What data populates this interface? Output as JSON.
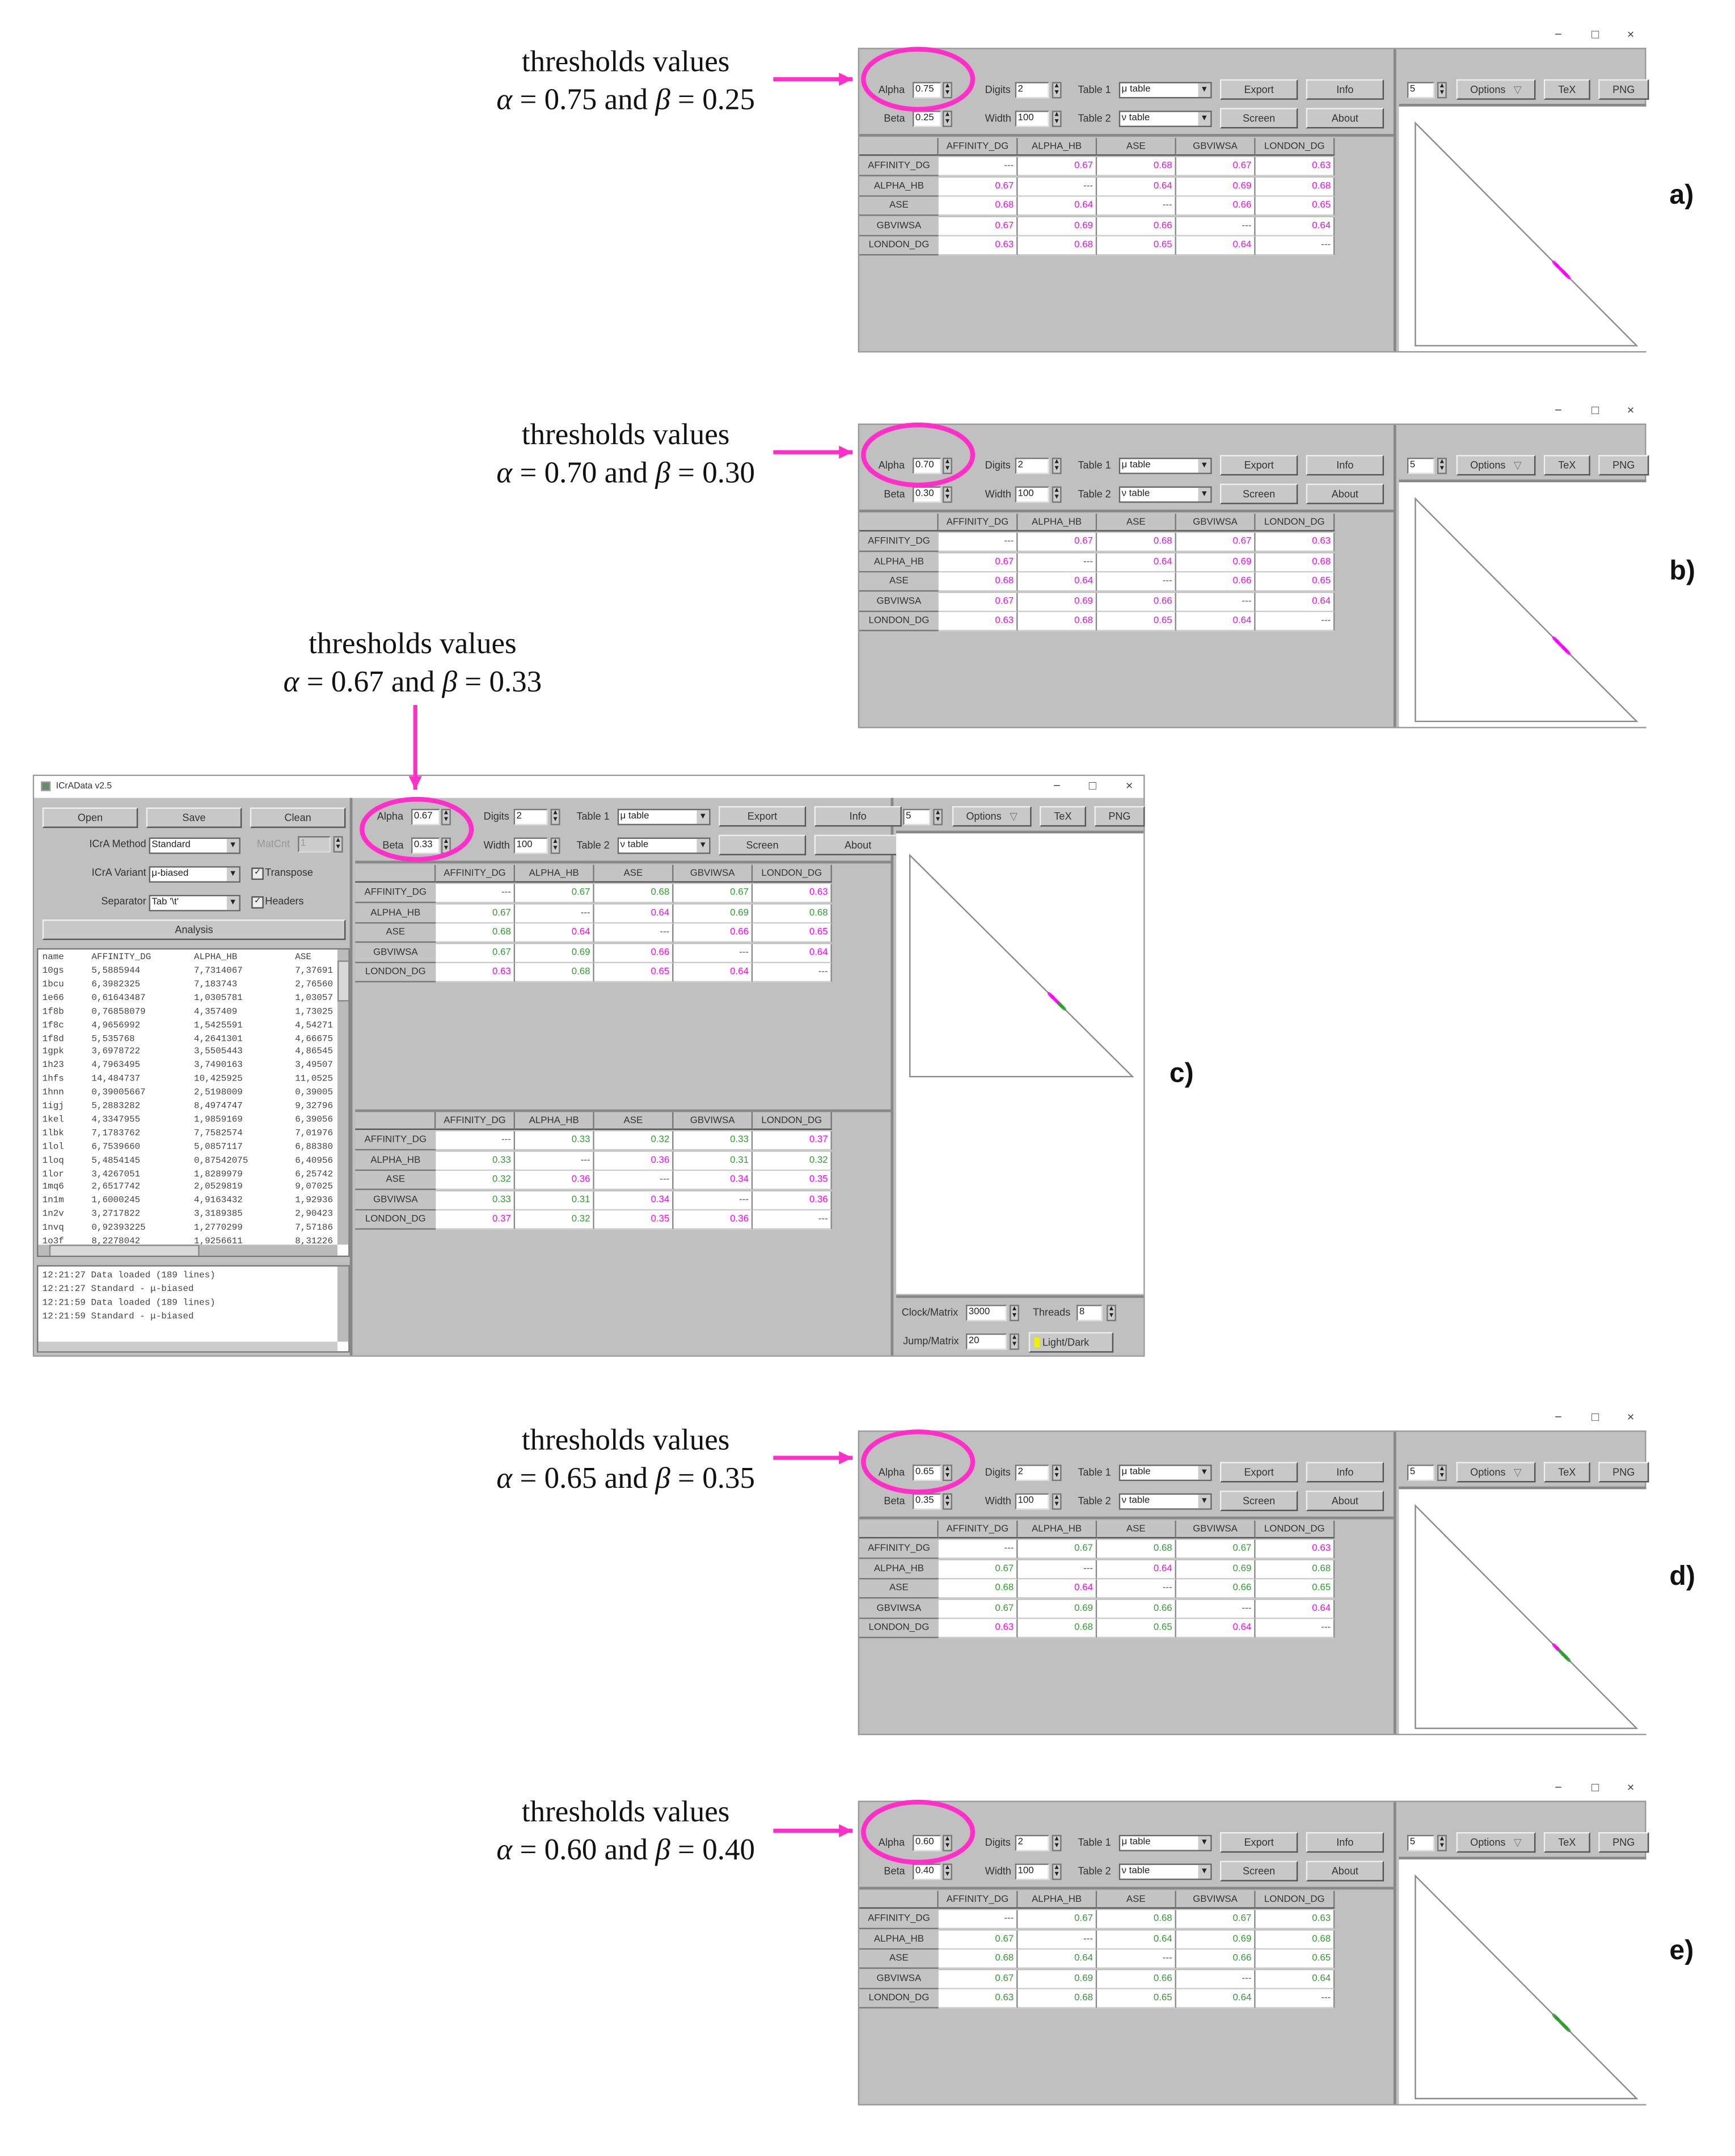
{
  "colors": {
    "magenta": "#ff00ff",
    "green": "#2e9e2e",
    "highlight": "#ff2fc8"
  },
  "annotations": [
    {
      "panel": "a",
      "label": "a)",
      "line1": "thresholds values",
      "alpha_symbol": "α",
      "alpha_value": "0.75",
      "conj": "and",
      "beta_symbol": "β",
      "beta_value": "0.25",
      "eq": "="
    },
    {
      "panel": "b",
      "label": "b)",
      "line1": "thresholds values",
      "alpha_symbol": "α",
      "alpha_value": "0.70",
      "conj": "and",
      "beta_symbol": "β",
      "beta_value": "0.30",
      "eq": "="
    },
    {
      "panel": "c",
      "label": "c)",
      "line1": "thresholds values",
      "alpha_symbol": "α",
      "alpha_value": "0.67",
      "conj": "and",
      "beta_symbol": "β",
      "beta_value": "0.33",
      "eq": "="
    },
    {
      "panel": "d",
      "label": "d)",
      "line1": "thresholds values",
      "alpha_symbol": "α",
      "alpha_value": "0.65",
      "conj": "and",
      "beta_symbol": "β",
      "beta_value": "0.35",
      "eq": "="
    },
    {
      "panel": "e",
      "label": "e)",
      "line1": "thresholds values",
      "alpha_symbol": "α",
      "alpha_value": "0.60",
      "conj": "and",
      "beta_symbol": "β",
      "beta_value": "0.40",
      "eq": "="
    }
  ],
  "window": {
    "title": "ICrAData v2.5",
    "controls": {
      "minimize": "−",
      "maximize": "□",
      "close": "×"
    }
  },
  "toolbar": {
    "alpha_label": "Alpha",
    "beta_label": "Beta",
    "digits_label": "Digits",
    "digits_value": "2",
    "width_label": "Width",
    "width_value": "100",
    "table1_label": "Table 1",
    "table1_value": "μ table",
    "table2_label": "Table 2",
    "table2_value": "ν table",
    "export": "Export",
    "screen": "Screen",
    "info": "Info",
    "about": "About",
    "plot_spinner_value": "5",
    "options": "Options",
    "options_icon": "▽",
    "tex": "TeX",
    "png": "PNG"
  },
  "panels": [
    {
      "id": "a",
      "alpha": "0.75",
      "beta": "0.25"
    },
    {
      "id": "b",
      "alpha": "0.70",
      "beta": "0.30"
    },
    {
      "id": "c",
      "alpha": "0.67",
      "beta": "0.33"
    },
    {
      "id": "d",
      "alpha": "0.65",
      "beta": "0.35"
    },
    {
      "id": "e",
      "alpha": "0.60",
      "beta": "0.40"
    }
  ],
  "matrix": {
    "headers": [
      "AFFINITY_DG",
      "ALPHA_HB",
      "ASE",
      "GBVIWSA",
      "LONDON_DG"
    ],
    "diagonal": "---",
    "mu": [
      [
        "---",
        "0.67",
        "0.68",
        "0.67",
        "0.63"
      ],
      [
        "0.67",
        "---",
        "0.64",
        "0.69",
        "0.68"
      ],
      [
        "0.68",
        "0.64",
        "---",
        "0.66",
        "0.65"
      ],
      [
        "0.67",
        "0.69",
        "0.66",
        "---",
        "0.64"
      ],
      [
        "0.63",
        "0.68",
        "0.65",
        "0.64",
        "---"
      ]
    ],
    "nu": [
      [
        "---",
        "0.33",
        "0.32",
        "0.33",
        "0.37"
      ],
      [
        "0.33",
        "---",
        "0.36",
        "0.31",
        "0.32"
      ],
      [
        "0.32",
        "0.36",
        "---",
        "0.34",
        "0.35"
      ],
      [
        "0.33",
        "0.31",
        "0.34",
        "---",
        "0.36"
      ],
      [
        "0.37",
        "0.32",
        "0.35",
        "0.36",
        "---"
      ]
    ]
  },
  "left_panel": {
    "open": "Open",
    "save": "Save",
    "clean": "Clean",
    "method_label": "ICrA Method",
    "method_value": "Standard",
    "matcnt_label": "MatCnt",
    "matcnt_value": "1",
    "variant_label": "ICrA Variant",
    "variant_value": "μ-biased",
    "transpose_label": "Transpose",
    "transpose_checked": true,
    "separator_label": "Separator",
    "separator_value": "Tab '\\t'",
    "headers_label": "Headers",
    "headers_checked": true,
    "analysis": "Analysis",
    "data_columns": [
      "name",
      "AFFINITY_DG",
      "ALPHA_HB",
      "ASE"
    ],
    "data_rows": [
      [
        "10gs",
        "5,5885944",
        "7,7314067",
        "7,37691"
      ],
      [
        "1bcu",
        "6,3982325",
        "7,183743",
        "2,76560"
      ],
      [
        "1e66",
        "0,61643487",
        "1,0305781",
        "1,03057"
      ],
      [
        "1f8b",
        "0,76858079",
        "4,357409",
        "1,73025"
      ],
      [
        "1f8c",
        "4,9656992",
        "1,5425591",
        "4,54271"
      ],
      [
        "1f8d",
        "5,535768",
        "4,2641301",
        "4,66675"
      ],
      [
        "1gpk",
        "3,6978722",
        "3,5505443",
        "4,86545"
      ],
      [
        "1h23",
        "4,7963495",
        "3,7490163",
        "3,49507"
      ],
      [
        "1hfs",
        "14,484737",
        "10,425925",
        "11,0525"
      ],
      [
        "1hnn",
        "0,39005667",
        "2,5198009",
        "0,39005"
      ],
      [
        "1igj",
        "5,2883282",
        "8,4974747",
        "9,32796"
      ],
      [
        "1kel",
        "4,3347955",
        "1,9859169",
        "6,39056"
      ],
      [
        "1lbk",
        "7,1783762",
        "7,7582574",
        "7,01976"
      ],
      [
        "1lol",
        "6,7539660",
        "5,0857117",
        "6,88380"
      ],
      [
        "1loq",
        "5,4854145",
        "0,87542075",
        "6,40956"
      ],
      [
        "1lor",
        "3,4267051",
        "1,8289979",
        "6,25742"
      ],
      [
        "1mq6",
        "2,6517742",
        "2,0529819",
        "9,07025"
      ],
      [
        "1n1m",
        "1,6000245",
        "4,9163432",
        "1,92936"
      ],
      [
        "1n2v",
        "3,2717822",
        "3,3189385",
        "2,90423"
      ],
      [
        "1nvq",
        "0,92393225",
        "1,2770299",
        "7,57186"
      ],
      [
        "1o3f",
        "8,2278042",
        "1,9256611",
        "8,31226"
      ]
    ],
    "log": [
      "12:21:27 Data loaded (189 lines)",
      "12:21:27 Standard - μ-biased",
      "12:21:59 Data loaded (189 lines)",
      "12:21:59 Standard - μ-biased"
    ]
  },
  "bottom_controls": {
    "clock_label": "Clock/Matrix",
    "clock_value": "3000",
    "threads_label": "Threads",
    "threads_value": "8",
    "jump_label": "Jump/Matrix",
    "jump_value": "20",
    "lightdark": "Light/Dark"
  }
}
